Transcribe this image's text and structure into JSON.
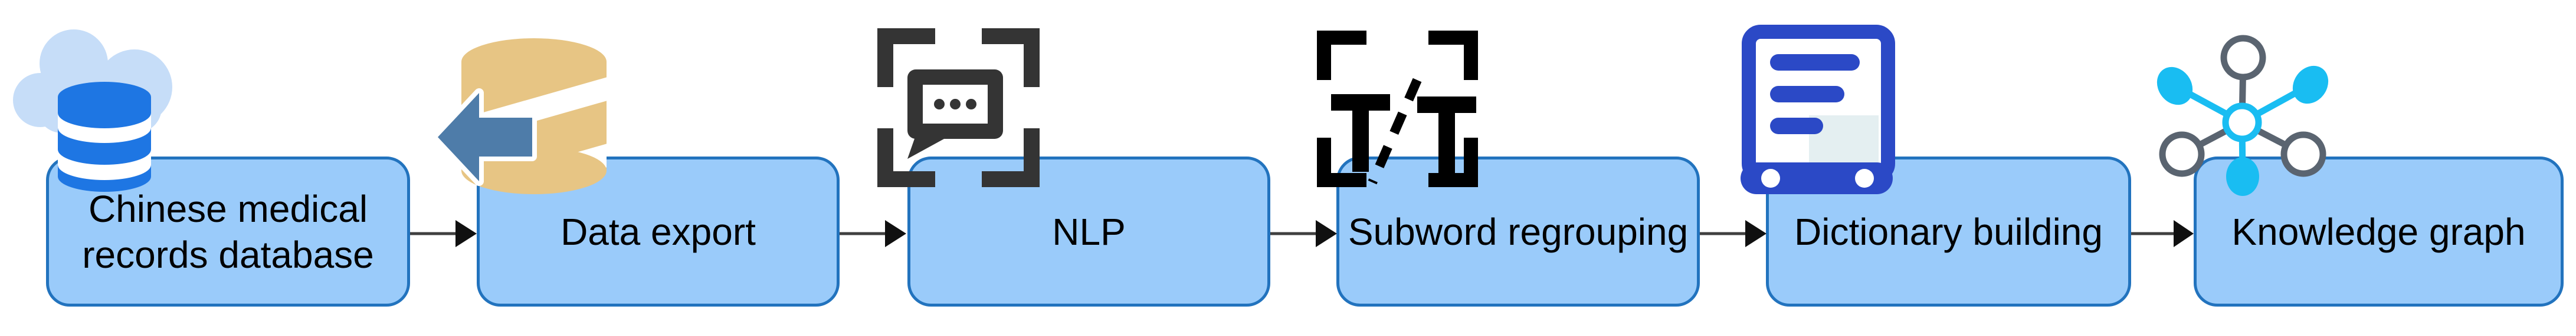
{
  "flow": {
    "type": "pipeline-flowchart",
    "direction": "left-to-right",
    "nodes": [
      {
        "id": "chinese-medical-records-database",
        "label": "Chinese medical records database",
        "lines": [
          "Chinese medical",
          "records database"
        ],
        "icon": "cloud-database-icon"
      },
      {
        "id": "data-export",
        "label": "Data export",
        "lines": [
          "Data export"
        ],
        "icon": "database-export-icon"
      },
      {
        "id": "nlp",
        "label": "NLP",
        "lines": [
          "NLP"
        ],
        "icon": "chat-message-scan-icon"
      },
      {
        "id": "subword-regrouping",
        "label": "Subword regrouping",
        "lines": [
          "Subword regrouping"
        ],
        "icon": "text-token-split-icon"
      },
      {
        "id": "dictionary-building",
        "label": "Dictionary building",
        "lines": [
          "Dictionary building"
        ],
        "icon": "dictionary-book-icon"
      },
      {
        "id": "knowledge-graph",
        "label": "Knowledge graph",
        "lines": [
          "Knowledge graph"
        ],
        "icon": "network-graph-icon"
      }
    ],
    "connections": [
      {
        "from": "Chinese medical records database",
        "to": "Data export"
      },
      {
        "from": "Data export",
        "to": "NLP"
      },
      {
        "from": "NLP",
        "to": "Subword regrouping"
      },
      {
        "from": "Subword regrouping",
        "to": "Dictionary building"
      },
      {
        "from": "Dictionary building",
        "to": "Knowledge graph"
      }
    ],
    "colors": {
      "box_fill": "#9ACBFA",
      "box_border": "#2273BE",
      "arrow": "#3F3F3F",
      "cloud": "#C6DDF8",
      "database_blue": "#1E76E3",
      "export_tan": "#E7C584",
      "export_arrow": "#4E7CA9",
      "bracket_dark": "#343434",
      "black": "#000000",
      "book_blue": "#2B49C6",
      "book_shade": "#E4EFF1",
      "net_gray": "#5A6470",
      "net_cyan": "#19BDF2"
    }
  }
}
